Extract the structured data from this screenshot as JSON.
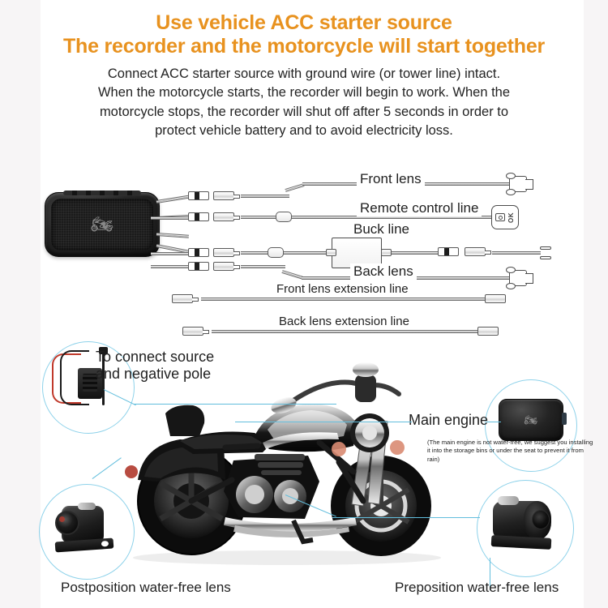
{
  "header": {
    "title_line_1": "Use vehicle ACC starter source",
    "title_line_2": "The recorder and the motorcycle will start together",
    "subtitle_lines": [
      "Connect ACC starter source with ground wire (or tower line) intact.",
      "When the motorcycle starts, the recorder will begin to work. When the",
      "motorcycle stops, the recorder will shut off after 5 seconds in order to",
      "protect vehicle battery and to avoid electricity loss."
    ],
    "title_color": "#e8921f",
    "body_color": "#232323"
  },
  "wiring_diagram": {
    "main_unit_logo": "motorcycle-logo",
    "remote": {
      "ok_label": "OK",
      "camera_icon": "camera-icon"
    },
    "labels": [
      "Front lens",
      "Remote control line",
      "Buck line",
      "Back lens",
      "Front lens extension line",
      "Back lens extension line"
    ]
  },
  "callouts": {
    "power": {
      "label_line_1": "To connect source",
      "label_line_2": "and negative pole"
    },
    "main_engine": {
      "label": "Main engine",
      "note": "(The main engine is not water-free, we suggest you installing it into the storage bins or under the seat to prevent it from rain)"
    },
    "rear_camera": {
      "label": "Postposition water-free lens"
    },
    "front_camera": {
      "label": "Preposition water-free lens"
    },
    "line_color": "#62bedd"
  },
  "colors": {
    "page_background": "#f7f5f6",
    "panel_background": "#ffffff",
    "accent_orange": "#e8921f",
    "callout_cyan": "#62bedd",
    "device_black": "#131313"
  }
}
